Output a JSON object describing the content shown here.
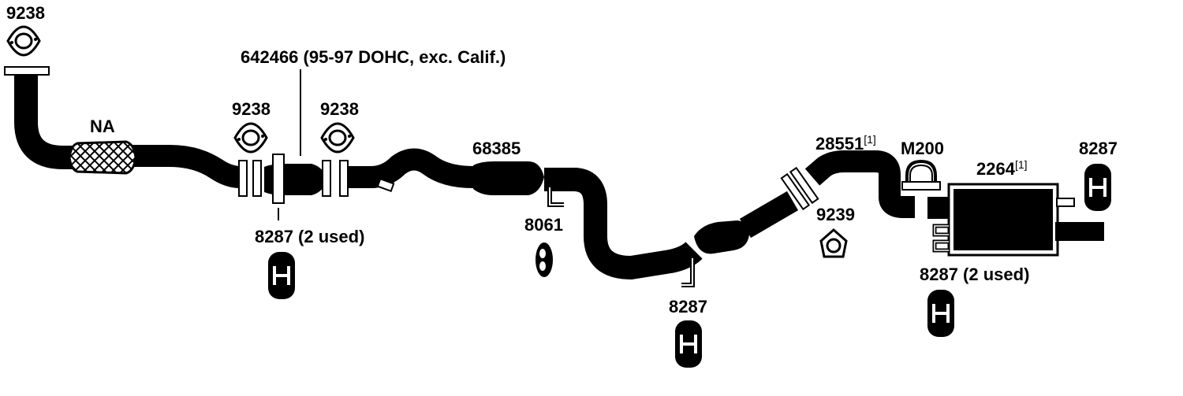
{
  "labels": {
    "gasket_top_left": "9238",
    "na": "NA",
    "converter_note": "642466 (95-97 DOHC, exc. Calif.)",
    "gasket_left": "9238",
    "gasket_right": "9238",
    "hanger_front": "8287 (2 used)",
    "resonator": "68385",
    "hanger_8061": "8061",
    "hanger_mid": "8287",
    "pipe_28551": "28551",
    "pipe_28551_note": "[1]",
    "clamp": "M200",
    "gasket_9239": "9239",
    "muffler": "2264",
    "muffler_note": "[1]",
    "hanger_rear_top": "8287",
    "hanger_rear": "8287 (2 used)"
  }
}
